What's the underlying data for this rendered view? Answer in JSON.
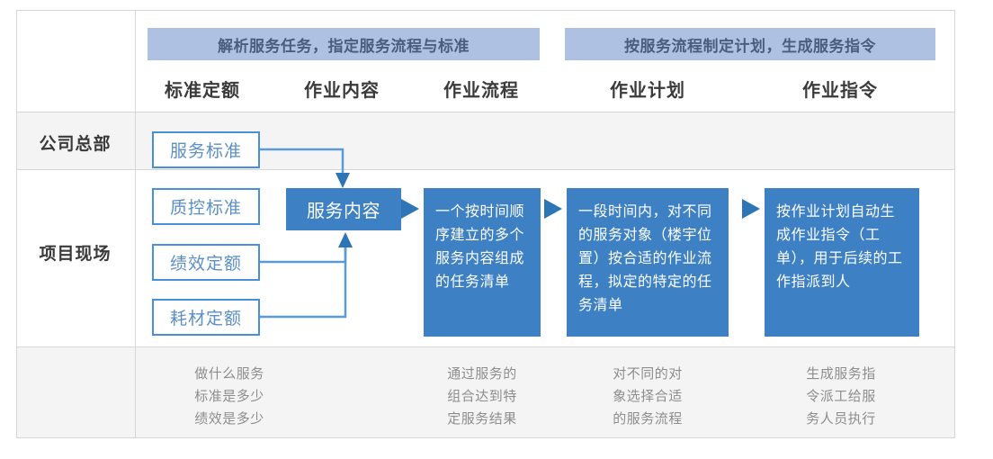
{
  "diagram": {
    "title_banners": [
      {
        "id": "banner-left",
        "text": "解析服务任务，指定服务流程与标准"
      },
      {
        "id": "banner-right",
        "text": "按服务流程制定计划，生成服务指令"
      }
    ],
    "column_headers": [
      {
        "id": "col-standard-quota",
        "label": "标准定额"
      },
      {
        "id": "col-work-content",
        "label": "作业内容"
      },
      {
        "id": "col-work-flow",
        "label": "作业流程"
      },
      {
        "id": "col-work-plan",
        "label": "作业计划"
      },
      {
        "id": "col-work-order",
        "label": "作业指令"
      }
    ],
    "row_labels": [
      {
        "id": "row-headquarters",
        "label": "公司总部"
      },
      {
        "id": "row-project-site",
        "label": "项目现场"
      }
    ],
    "outline_boxes": [
      {
        "id": "box-service-standard",
        "label": "服务标准"
      },
      {
        "id": "box-quality-standard",
        "label": "质控标准"
      },
      {
        "id": "box-performance-quota",
        "label": "绩效定额"
      },
      {
        "id": "box-consumable-quota",
        "label": "耗材定额"
      }
    ],
    "filled_boxes": [
      {
        "id": "box-service-content",
        "label": "服务内容"
      },
      {
        "id": "box-work-flow-desc",
        "label": "一个按时间顺序建立的多个服务内容组成的任务清单"
      },
      {
        "id": "box-work-plan-desc",
        "label": "一段时间内，对不同的服务对象（楼宇位置）按合适的作业流程，拟定的特定的任务清单"
      },
      {
        "id": "box-work-order-desc",
        "label": "按作业计划自动生成作业指令（工单），用于后续的工作指派到人"
      }
    ],
    "notes": [
      {
        "id": "note-standard-quota",
        "lines": [
          "做什么服务",
          "标准是多少",
          "绩效是多少"
        ]
      },
      {
        "id": "note-work-flow",
        "lines": [
          "通过服务的",
          "组合达到特",
          "定服务结果"
        ]
      },
      {
        "id": "note-work-plan",
        "lines": [
          "对不同的对",
          "象选择合适",
          "的服务流程"
        ]
      },
      {
        "id": "note-work-order",
        "lines": [
          "生成服务指",
          "令派工给服",
          "务人员执行"
        ]
      }
    ],
    "connectors": [
      {
        "id": "arrow-service-standard-to-content",
        "kind": "elbow-down-arrow"
      },
      {
        "id": "arrow-quotas-to-content",
        "kind": "elbow-up-arrow"
      },
      {
        "id": "arrow-content-to-flow",
        "kind": "right-arrow"
      },
      {
        "id": "arrow-flow-to-plan",
        "kind": "right-arrow"
      },
      {
        "id": "arrow-plan-to-order",
        "kind": "right-arrow"
      }
    ],
    "colors": {
      "banner_fill": "#aec1e3",
      "banner_text": "#4b5d7e",
      "box_fill": "#3d80c4",
      "box_outline": "#4a90d9",
      "outline_text": "#5b8fc7",
      "grid_line": "#d6d6d6",
      "row_alt_bg": "#f4f4f4",
      "note_text": "#8d8d8d",
      "header_text": "#3a3a3a"
    }
  }
}
